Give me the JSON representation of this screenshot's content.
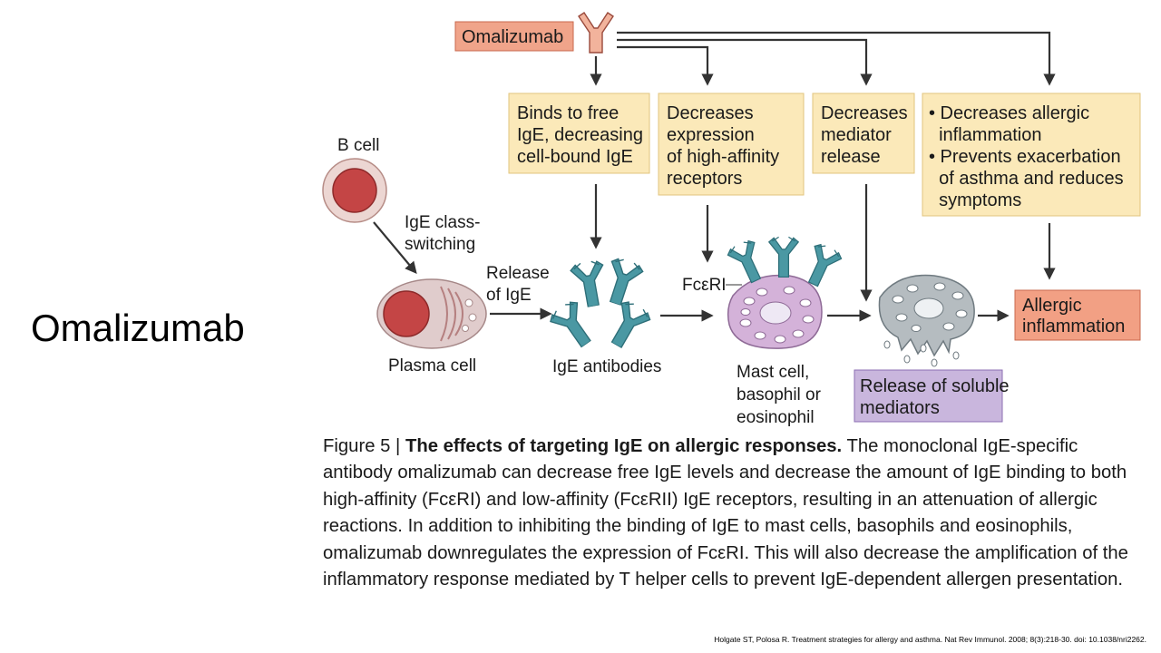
{
  "slide": {
    "title": "Omalizumab"
  },
  "diagram": {
    "drug_label": "Omalizumab",
    "effects": [
      {
        "lines": [
          "Binds to free",
          "IgE, decreasing",
          "cell-bound IgE"
        ]
      },
      {
        "lines": [
          "Decreases",
          "expression",
          "of high-affinity",
          "receptors"
        ]
      },
      {
        "lines": [
          "Decreases",
          "mediator",
          "release"
        ]
      },
      {
        "lines": [
          "• Decreases allergic",
          "  inflammation",
          "• Prevents exacerbation",
          "  of asthma and reduces",
          "  symptoms"
        ]
      }
    ],
    "b_cell_label": "B cell",
    "class_switch_lines": [
      "IgE class-",
      "switching"
    ],
    "plasma_cell_label": "Plasma cell",
    "release_ige_lines": [
      "Release",
      "of IgE"
    ],
    "ige_antibodies_label": "IgE antibodies",
    "fceri_label": "FcεRI",
    "mast_cell_lines": [
      "Mast cell,",
      "basophil or",
      "eosinophil"
    ],
    "mediators_lines": [
      "Release of soluble",
      "mediators"
    ],
    "allergic_lines": [
      "Allergic",
      "inflammation"
    ],
    "colors": {
      "effect_box": "#fbe9b9",
      "effect_border": "#e2c47e",
      "drug_box": "#f0a48a",
      "allergic_box": "#f2a084",
      "mediator_box": "#c9b6dd",
      "mediator_border": "#8c6fb3",
      "antibody": "#3f8f9a",
      "mast_cell": "#d4b2d9",
      "plasma_cell": "#e0cccc",
      "arrow": "#333333"
    }
  },
  "caption": {
    "figure_label": "Figure 5 |",
    "title": "The effects of targeting IgE on allergic responses.",
    "body": "The monoclonal IgE-specific antibody omalizumab can decrease free IgE levels and decrease the amount of IgE binding to both high-affinity (FcεRI) and low-affinity (FcεRII) IgE receptors, resulting in an attenuation of allergic reactions. In addition to inhibiting the binding of IgE to mast cells, basophils and eosinophils, omalizumab downregulates the expression of FcεRI. This will also decrease the amplification of the inflammatory response mediated by T helper cells to prevent IgE-dependent allergen presentation."
  },
  "citation": "Holgate ST, Polosa R. Treatment strategies for allergy and asthma. Nat Rev Immunol. 2008; 8(3):218-30. doi: 10.1038/nri2262."
}
